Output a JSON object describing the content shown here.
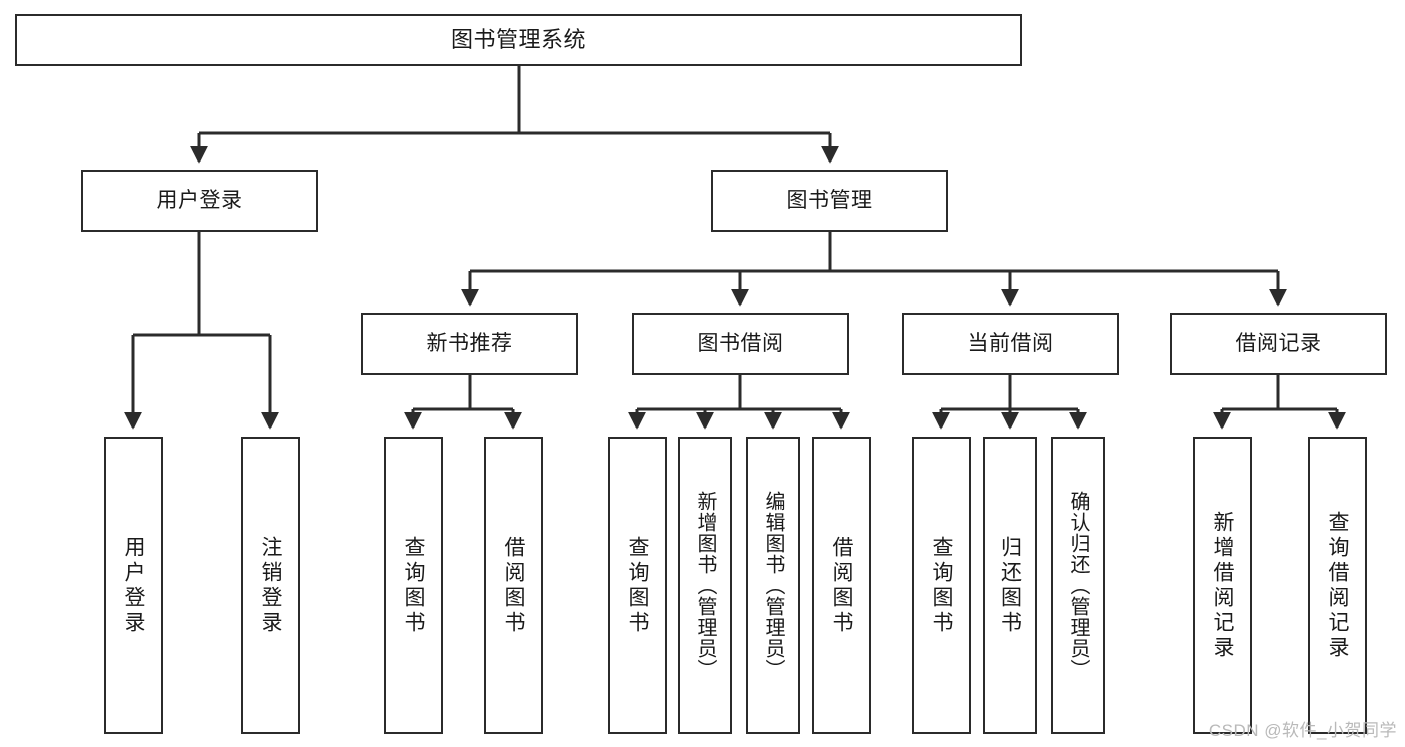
{
  "diagram": {
    "type": "tree-hierarchy-flowchart",
    "title": "图书管理系统",
    "root": {
      "id": "root",
      "label": "图书管理系统"
    },
    "level2": [
      {
        "id": "user-login",
        "label": "用户登录"
      },
      {
        "id": "book-manage",
        "label": "图书管理"
      }
    ],
    "level3": [
      {
        "id": "new-book-rec",
        "label": "新书推荐",
        "parent": "book-manage"
      },
      {
        "id": "book-borrow",
        "label": "图书借阅",
        "parent": "book-manage"
      },
      {
        "id": "current-borrow",
        "label": "当前借阅",
        "parent": "book-manage"
      },
      {
        "id": "borrow-record",
        "label": "借阅记录",
        "parent": "book-manage"
      }
    ],
    "leaves": [
      {
        "id": "leaf-user-login",
        "label": "用户登录",
        "parent": "user-login"
      },
      {
        "id": "leaf-logout",
        "label": "注销登录",
        "parent": "user-login"
      },
      {
        "id": "leaf-query-book-1",
        "label": "查询图书",
        "parent": "new-book-rec"
      },
      {
        "id": "leaf-borrow-book-1",
        "label": "借阅图书",
        "parent": "new-book-rec"
      },
      {
        "id": "leaf-query-book-2",
        "label": "查询图书",
        "parent": "book-borrow"
      },
      {
        "id": "leaf-add-book",
        "label": "新增图书（管理员）",
        "parent": "book-borrow"
      },
      {
        "id": "leaf-edit-book",
        "label": "编辑图书（管理员）",
        "parent": "book-borrow"
      },
      {
        "id": "leaf-borrow-book-2",
        "label": "借阅图书",
        "parent": "book-borrow"
      },
      {
        "id": "leaf-query-book-3",
        "label": "查询图书",
        "parent": "current-borrow"
      },
      {
        "id": "leaf-return-book",
        "label": "归还图书",
        "parent": "current-borrow"
      },
      {
        "id": "leaf-confirm-return",
        "label": "确认归还（管理员）",
        "parent": "current-borrow"
      },
      {
        "id": "leaf-add-record",
        "label": "新增借阅记录",
        "parent": "borrow-record"
      },
      {
        "id": "leaf-query-record",
        "label": "查询借阅记录",
        "parent": "borrow-record"
      }
    ],
    "colors": {
      "stroke": "#2b2b2b",
      "fill": "#ffffff",
      "text": "#1a1a1a",
      "watermark": "#b9b9b9"
    }
  },
  "watermark": {
    "text": "CSDN @软件_小贺同学"
  }
}
